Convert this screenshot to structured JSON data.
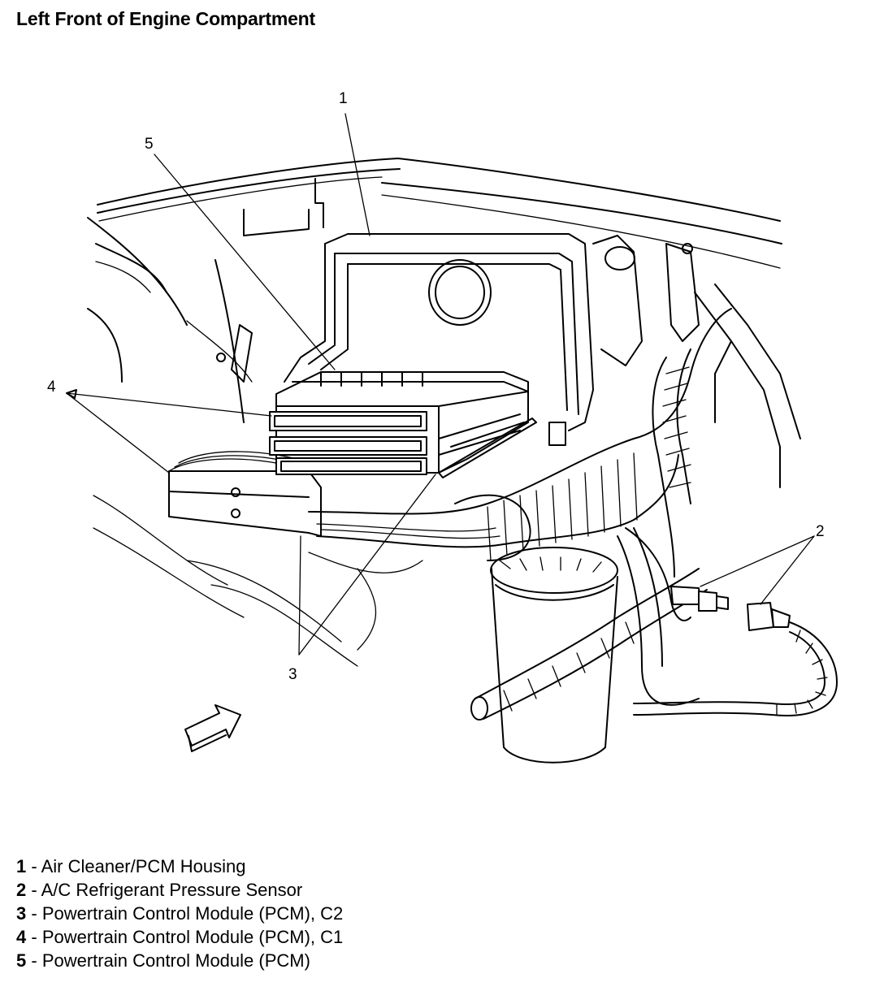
{
  "title": "Left Front of Engine Compartment",
  "callouts": {
    "c1": "1",
    "c2": "2",
    "c3": "3",
    "c4": "4",
    "c5": "5"
  },
  "legend": [
    {
      "num": "1",
      "sep": " - ",
      "text": "Air Cleaner/PCM Housing"
    },
    {
      "num": "2",
      "sep": " - ",
      "text": "A/C Refrigerant Pressure Sensor"
    },
    {
      "num": "3",
      "sep": " - ",
      "text": "Powertrain Control Module (PCM), C2"
    },
    {
      "num": "4",
      "sep": " - ",
      "text": "Powertrain Control Module (PCM), C1"
    },
    {
      "num": "5",
      "sep": " - ",
      "text": "Powertrain Control Module (PCM)"
    }
  ]
}
